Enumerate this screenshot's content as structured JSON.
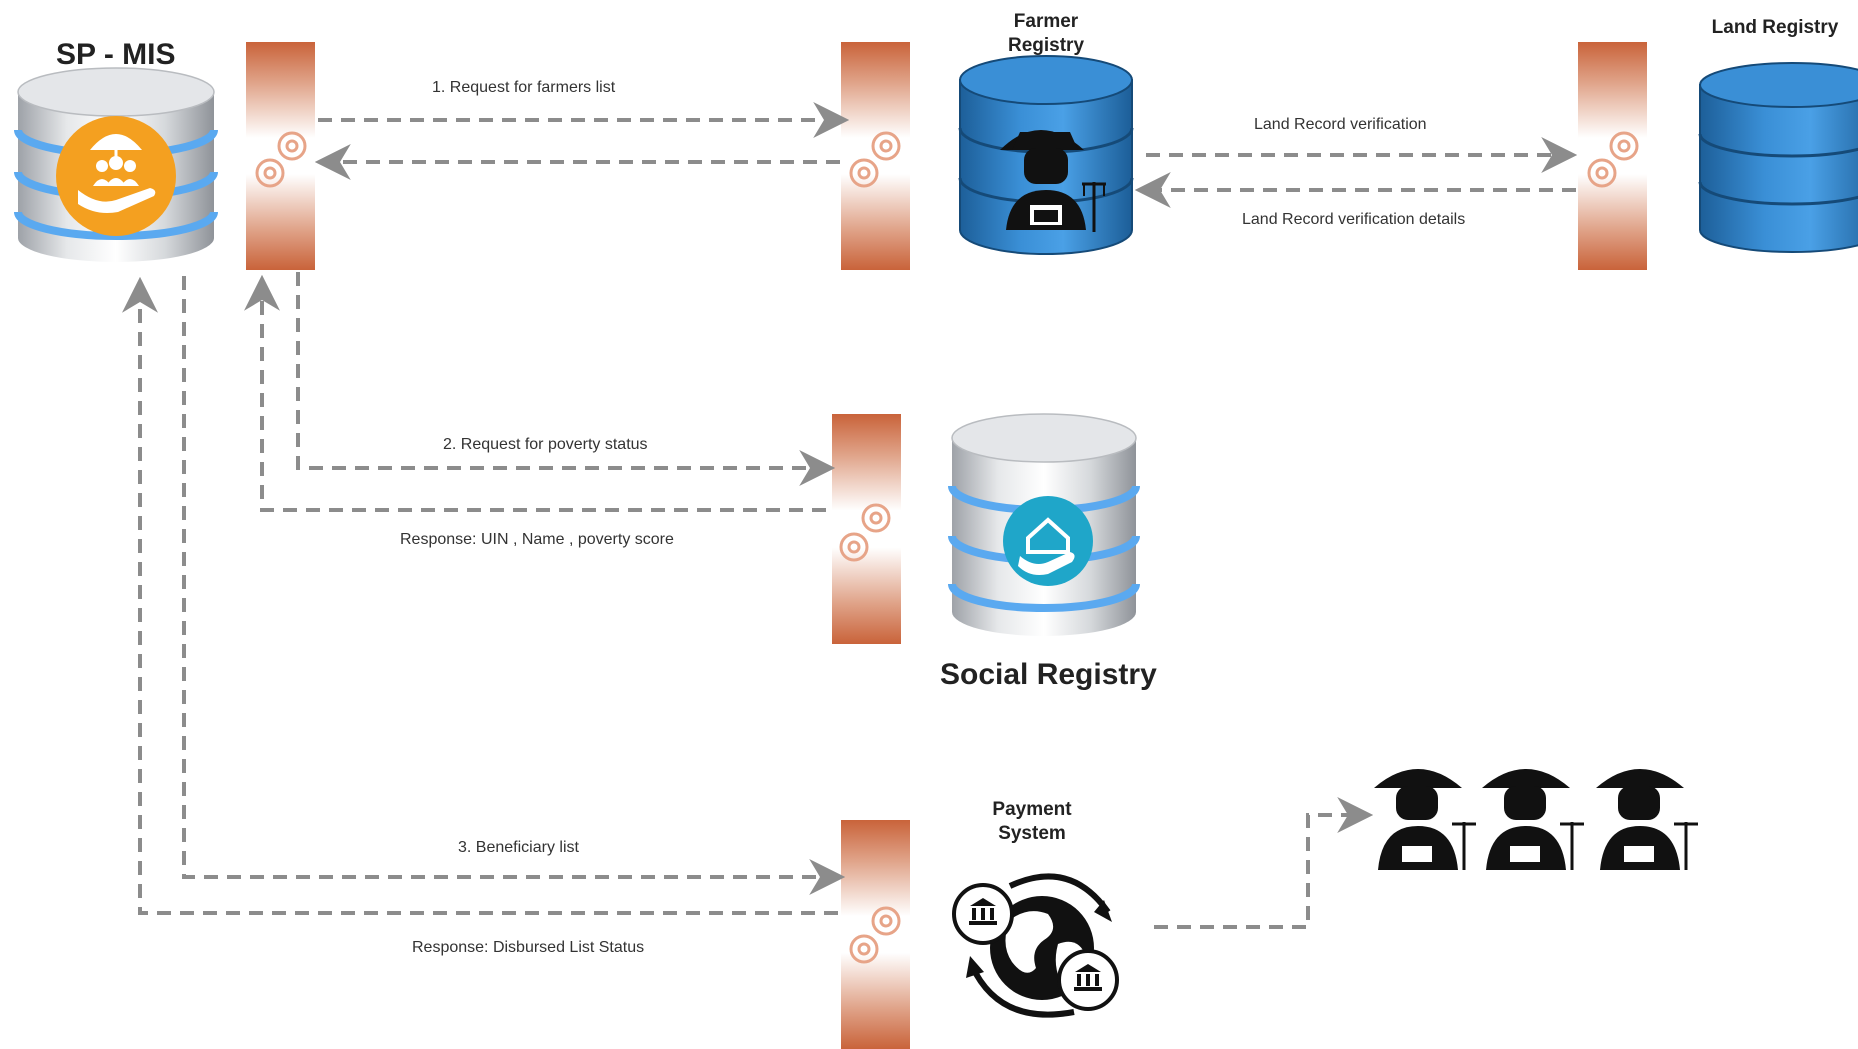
{
  "nodes": {
    "sp_mis": "SP - MIS",
    "farmer_registry": [
      "Farmer",
      "Registry"
    ],
    "land_registry": "Land Registry",
    "social_registry": "Social Registry",
    "payment_system": [
      "Payment",
      "System"
    ]
  },
  "edges": {
    "request_farmers": "1. Request for farmers list",
    "land_verification": "Land Record verification",
    "land_verification_details": "Land Record verification details",
    "request_poverty": "2. Request for poverty status",
    "poverty_response": "Response: UIN , Name , poverty score",
    "beneficiary_list": "3. Beneficiary list",
    "disbursed_response": "Response: Disbursed List Status"
  },
  "colors": {
    "arrow": "#8c8c8c",
    "api_gateway": "#c9633a",
    "sp_mis_icon": "#f4a020",
    "farmer_db": "#2f7fc2",
    "land_db": "#2f7fc2",
    "social_icon": "#1fa6c9",
    "db_silver": "#c9ccd1",
    "db_band": "#5aa9f0"
  },
  "icons": {
    "sp_mis": "umbrella-family-hand-icon",
    "farmer": "farmer-icon",
    "social": "house-in-hand-icon",
    "payment": "globe-bank-exchange-icon",
    "gear": "gear-icon"
  }
}
